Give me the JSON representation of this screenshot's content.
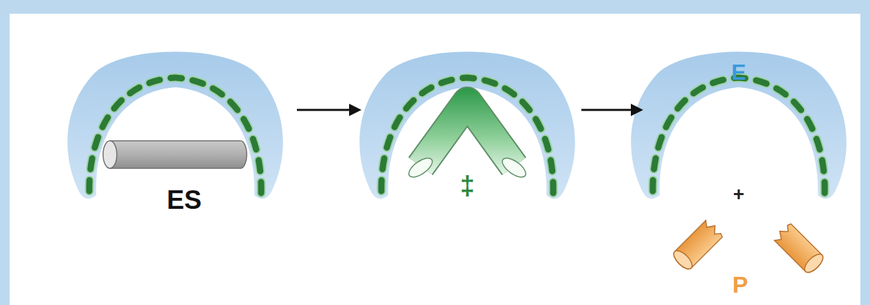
{
  "diagram": {
    "labels": [
      "ES",
      "‡",
      "E",
      "+",
      "P"
    ]
  }
}
